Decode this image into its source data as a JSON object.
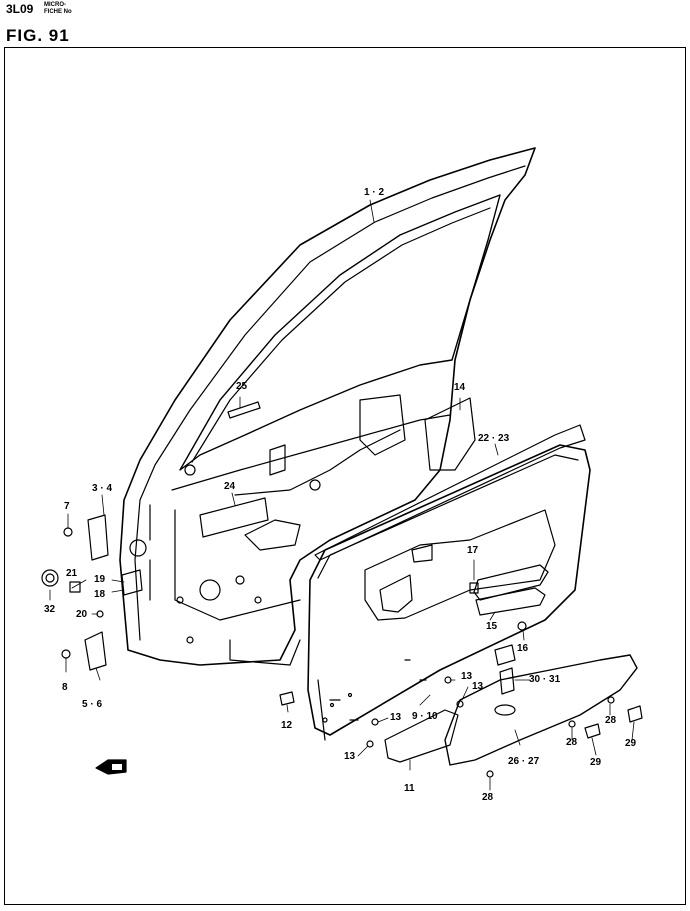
{
  "header": {
    "page_code": "3L09",
    "micro_line1": "MICRO-",
    "micro_line2": "FICHE No",
    "figure_title": "FIG. 91"
  },
  "callouts": {
    "c1_2": "1 · 2",
    "c3_4": "3 · 4",
    "c5_6": "5 · 6",
    "c7": "7",
    "c8": "8",
    "c9_10": "9 · 10",
    "c11": "11",
    "c12": "12",
    "c13a": "13",
    "c13b": "13",
    "c13c": "13",
    "c13d": "13",
    "c14": "14",
    "c15": "15",
    "c16": "16",
    "c17": "17",
    "c18": "18",
    "c19": "19",
    "c20": "20",
    "c21": "21",
    "c22_23": "22 · 23",
    "c24": "24",
    "c25": "25",
    "c26_27": "26 · 27",
    "c28a": "28",
    "c28b": "28",
    "c28c": "28",
    "c29a": "29",
    "c29b": "29",
    "c30_31": "30 · 31",
    "c32": "32"
  },
  "icons": {
    "front_arrow": "front-direction-arrow-icon"
  }
}
